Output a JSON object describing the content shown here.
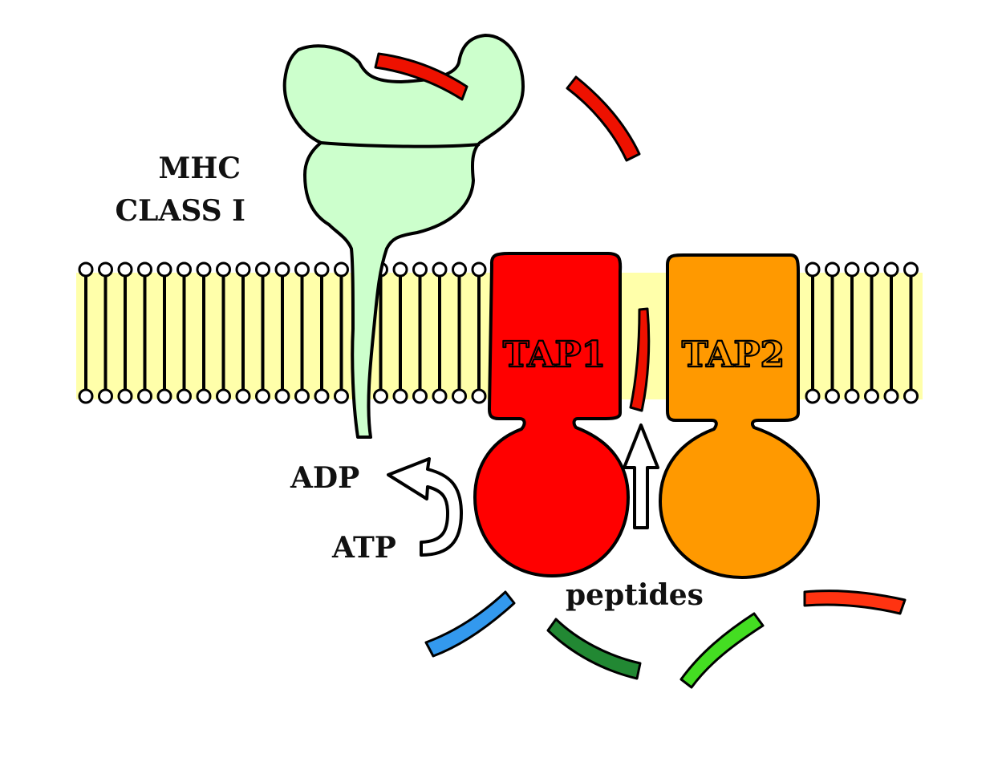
{
  "labels": {
    "mhc_line1": "MHC",
    "mhc_line2": "CLASS I",
    "tap1": "TAP1",
    "tap2": "TAP2",
    "adp": "ADP",
    "atp": "ATP",
    "peptides": "peptides"
  },
  "colors": {
    "membrane": "#FFFFAA",
    "mhc": "#CCFFCC",
    "tap1": "#FF0000",
    "tap2": "#FF9900",
    "peptide_red": "#EE1100",
    "peptide_blue": "#3399EE",
    "peptide_dark_green": "#228833",
    "peptide_light_green": "#44DD22",
    "peptide_orange_red": "#FF3311",
    "outline": "#000000"
  },
  "peptides": [
    {
      "color": "peptide_red",
      "name": "peptide-top-1"
    },
    {
      "color": "peptide_red",
      "name": "peptide-top-2"
    },
    {
      "color": "peptide_red",
      "name": "peptide-in-channel"
    },
    {
      "color": "peptide_blue",
      "name": "peptide-blue"
    },
    {
      "color": "peptide_dark_green",
      "name": "peptide-dark-green"
    },
    {
      "color": "peptide_light_green",
      "name": "peptide-light-green"
    },
    {
      "color": "peptide_orange_red",
      "name": "peptide-orange-red"
    }
  ]
}
